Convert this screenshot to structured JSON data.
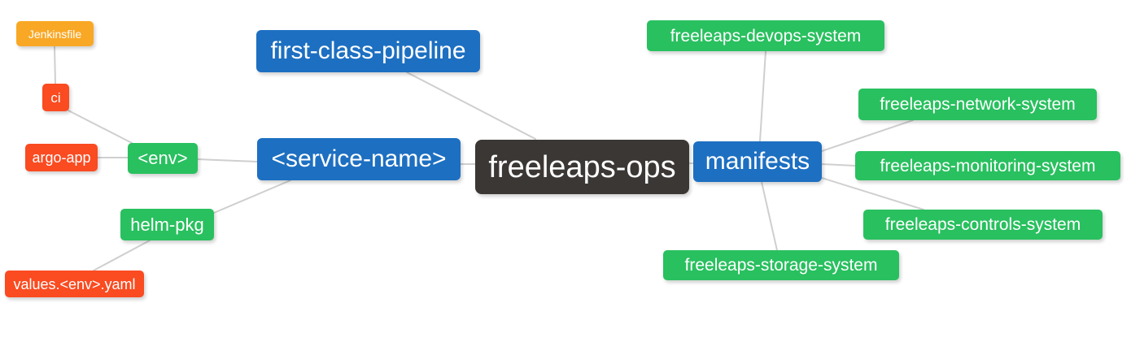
{
  "diagram": {
    "type": "mindmap",
    "root": "freeleaps-ops",
    "colors": {
      "root_bg": "#3b3734",
      "branch_bg": "#1d6fc1",
      "green_bg": "#29c05f",
      "red_bg": "#fa4b21",
      "amber_bg": "#f9a825",
      "edge_color": "#cfcfcf",
      "text_color": "#ffffff"
    },
    "nodes": {
      "root": {
        "label": "freeleaps-ops"
      },
      "first_class_pipeline": {
        "label": "first-class-pipeline"
      },
      "service_name": {
        "label": "<service-name>"
      },
      "manifests": {
        "label": "manifests"
      },
      "env": {
        "label": "<env>"
      },
      "helm_pkg": {
        "label": "helm-pkg"
      },
      "ci": {
        "label": "ci"
      },
      "argo_app": {
        "label": "argo-app"
      },
      "jenkinsfile": {
        "label": "Jenkinsfile"
      },
      "values_env_yaml": {
        "label": "values.<env>.yaml"
      },
      "devops_system": {
        "label": "freeleaps-devops-system"
      },
      "network_system": {
        "label": "freeleaps-network-system"
      },
      "monitoring_system": {
        "label": "freeleaps-monitoring-system"
      },
      "controls_system": {
        "label": "freeleaps-controls-system"
      },
      "storage_system": {
        "label": "freeleaps-storage-system"
      }
    },
    "edges": [
      [
        "jenkinsfile",
        "ci"
      ],
      [
        "ci",
        "env"
      ],
      [
        "argo_app",
        "env"
      ],
      [
        "env",
        "service_name"
      ],
      [
        "helm_pkg",
        "service_name"
      ],
      [
        "values_env_yaml",
        "helm_pkg"
      ],
      [
        "first_class_pipeline",
        "root"
      ],
      [
        "service_name",
        "root"
      ],
      [
        "root",
        "manifests"
      ],
      [
        "manifests",
        "devops_system"
      ],
      [
        "manifests",
        "network_system"
      ],
      [
        "manifests",
        "monitoring_system"
      ],
      [
        "manifests",
        "controls_system"
      ],
      [
        "manifests",
        "storage_system"
      ]
    ]
  }
}
